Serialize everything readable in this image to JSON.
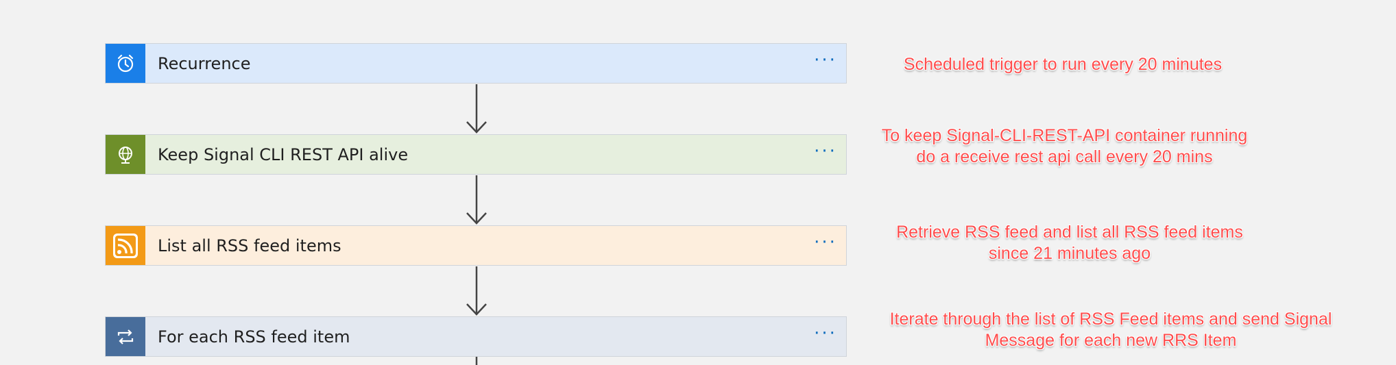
{
  "flow": {
    "steps": [
      {
        "title": "Recurrence",
        "icon": "alarm-clock-icon",
        "color": "#1a7fe8",
        "background": "#dbe9fb",
        "more_label": "···"
      },
      {
        "title": "Keep Signal CLI REST API alive",
        "icon": "globe-icon",
        "color": "#6e8f2a",
        "background": "#e6efde",
        "more_label": "···"
      },
      {
        "title": "List all RSS feed items",
        "icon": "rss-icon",
        "color": "#f39a16",
        "background": "#fdeedd",
        "more_label": "···"
      },
      {
        "title": "For each RSS feed item",
        "icon": "loop-icon",
        "color": "#486d9b",
        "background": "#e3e8f0",
        "more_label": "···"
      }
    ]
  },
  "annotations": {
    "note1": "Scheduled trigger to run every 20 minutes",
    "note2": "To keep Signal-CLI-REST-API container running do a receive rest api call every 20 mins",
    "note3": "Retrieve RSS feed and list all RSS feed items since 21 minutes ago",
    "note4": "Iterate through the list of RSS Feed items and send Signal Message for each new RRS Item",
    "color": "#ff4d4d"
  }
}
